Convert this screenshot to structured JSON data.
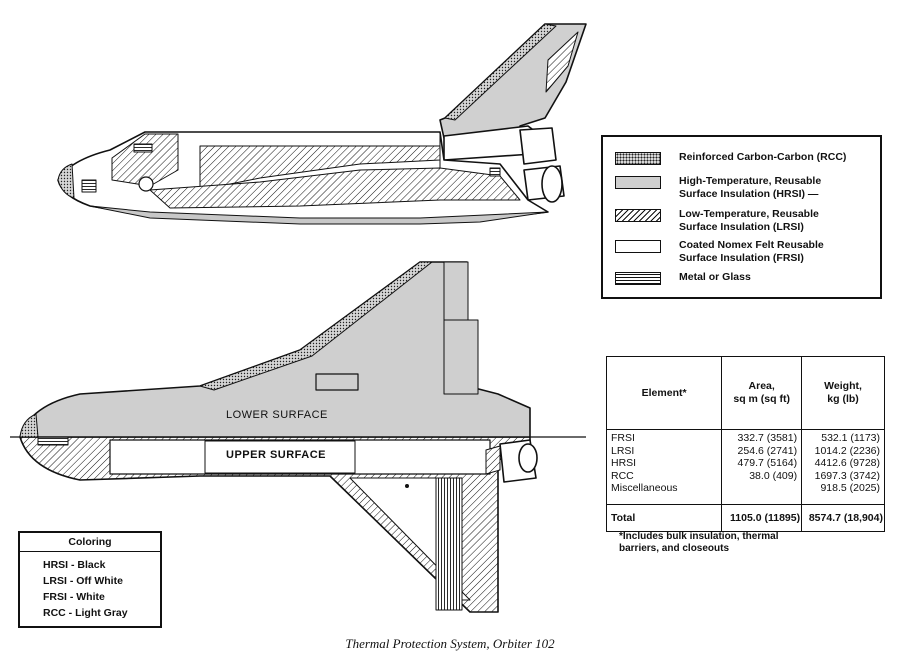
{
  "diagram": {
    "lower_surface_label": "LOWER SURFACE",
    "upper_surface_label": "UPPER SURFACE",
    "caption": "Thermal Protection System, Orbiter 102"
  },
  "legend": {
    "items": [
      {
        "label": "Reinforced Carbon-Carbon (RCC)",
        "pattern": "dotted"
      },
      {
        "label": "High-Temperature, Reusable\nSurface Insulation (HRSI) —",
        "pattern": "gray"
      },
      {
        "label": "Low-Temperature, Reusable\nSurface Insulation (LRSI)",
        "pattern": "hatched"
      },
      {
        "label": "Coated Nomex Felt Reusable\nSurface Insulation (FRSI)",
        "pattern": "white"
      },
      {
        "label": "Metal or Glass",
        "pattern": "lined"
      }
    ]
  },
  "table": {
    "headers": [
      "Element*",
      "Area,\nsq m (sq ft)",
      "Weight,\nkg (lb)"
    ],
    "element_lines": [
      "FRSI",
      "LRSI",
      "HRSI",
      "RCC",
      "Miscellaneous"
    ],
    "area_lines": [
      "332.7 (3581)",
      "254.6 (2741)",
      "479.7 (5164)",
      "38.0 (409)"
    ],
    "weight_lines": [
      "532.1 (1173)",
      "1014.2 (2236)",
      "4412.6 (9728)",
      "1697.3 (3742)",
      "918.5 (2025)"
    ],
    "total": {
      "label": "Total",
      "area": "1105.0 (11895)",
      "weight": "8574.7 (18,904)"
    }
  },
  "footnote": "*Includes bulk insulation, thermal\n barriers, and closeouts",
  "coloring": {
    "title": "Coloring",
    "items": [
      "HRSI - Black",
      "LRSI - Off White",
      "FRSI - White",
      "RCC - Light Gray"
    ]
  },
  "colors": {
    "ink": "#111111",
    "hrsi_gray": "#cfcfcf",
    "paper": "#ffffff"
  }
}
